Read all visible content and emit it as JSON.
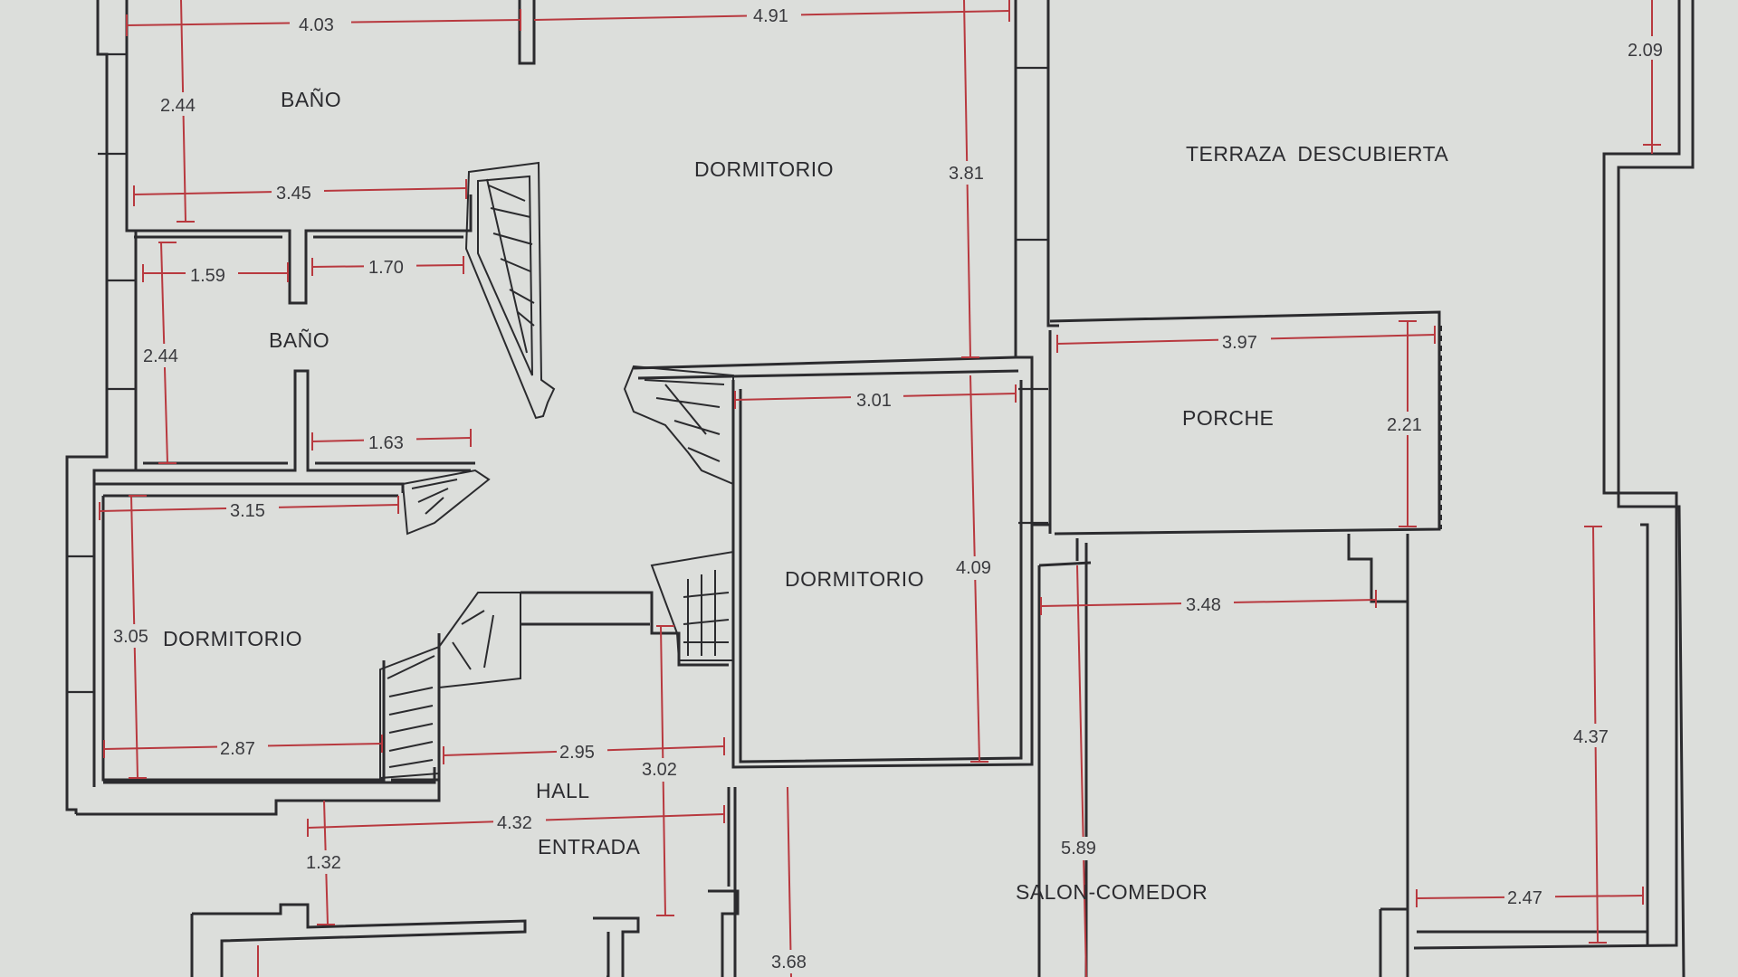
{
  "rooms": {
    "bano_top": "BAÑO",
    "dormitorio_top": "DORMITORIO",
    "terraza": "TERRAZA  DESCUBIERTA",
    "bano_mid": "BAÑO",
    "porche": "PORCHE",
    "dormitorio_mid": "DORMITORIO",
    "dormitorio_left": "DORMITORIO",
    "hall": "HALL",
    "entrada": "ENTRADA",
    "salon": "SALON-COMEDOR"
  },
  "dimensions": {
    "d403": "4.03",
    "d491": "4.91",
    "d209": "2.09",
    "d244a": "2.44",
    "d345": "3.45",
    "d381": "3.81",
    "d159": "1.59",
    "d170": "1.70",
    "d244b": "2.44",
    "d397": "3.97",
    "d221": "2.21",
    "d163": "1.63",
    "d301": "3.01",
    "d315": "3.15",
    "d409": "4.09",
    "d348": "3.48",
    "d305": "3.05",
    "d437": "4.37",
    "d287": "2.87",
    "d295": "2.95",
    "d302": "3.02",
    "d432": "4.32",
    "d132": "1.32",
    "d589": "5.89",
    "d247": "2.47",
    "d368": "3.68"
  },
  "colors": {
    "paper": "#dcdedb",
    "walls": "#2b2b2e",
    "dimension_lines": "#b8393f"
  }
}
